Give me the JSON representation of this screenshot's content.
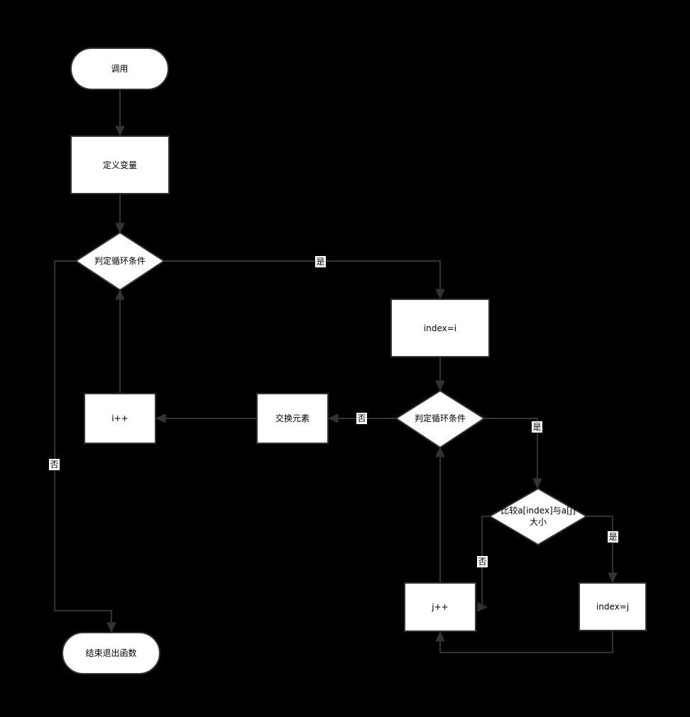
{
  "nodes": {
    "start": "调用",
    "define_vars": "定义变量",
    "outer_loop": "判定循环条件",
    "set_index": "index=i",
    "inner_loop": "判定循环条件",
    "compare_line1": "比较a[index]与a[j]",
    "compare_line2": "大小",
    "update_index": "index=j",
    "j_increment": "j++",
    "swap": "交换元素",
    "i_increment": "i++",
    "end": "结束退出函数"
  },
  "edge_labels": {
    "outer_yes": "是",
    "outer_no": "否",
    "inner_yes": "是",
    "inner_no": "否",
    "compare_yes": "是",
    "compare_no": "否"
  }
}
